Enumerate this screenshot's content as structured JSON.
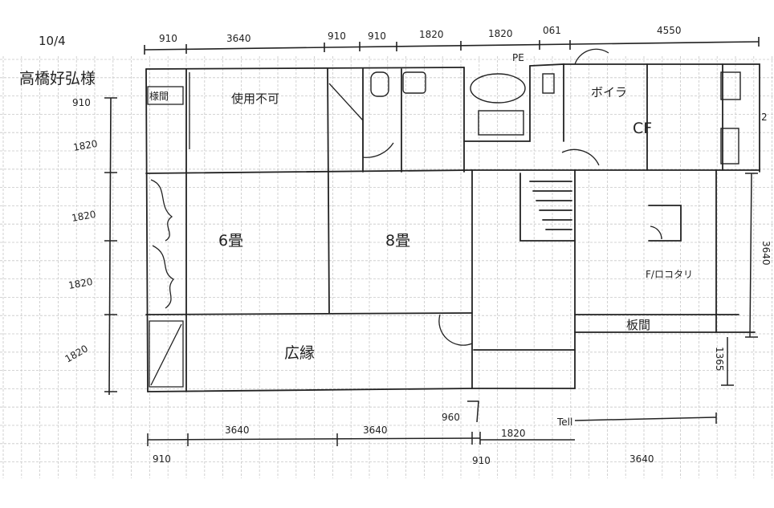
{
  "header": {
    "date": "10/4",
    "client": "高橋好弘様"
  },
  "dims": {
    "top": [
      "910",
      "3640",
      "910",
      "910",
      "1820",
      "1820",
      "061",
      "4550"
    ],
    "left": [
      "910",
      "1820",
      "1820",
      "1820",
      "1820"
    ],
    "bottom_upper": [
      "3640",
      "3640",
      "1820"
    ],
    "bottom_lower": [
      "910",
      "910",
      "3640"
    ],
    "right": [
      "3640",
      "1365",
      "2"
    ],
    "small": [
      "960",
      "Tell"
    ]
  },
  "rooms": {
    "butsuma": "様間",
    "unusable": "使用不可",
    "six_jo": "6畳",
    "eight_jo": "8畳",
    "hiroen": "広縁",
    "boiler": "ボイラ",
    "cf": "CF",
    "flooring": "F/ロコタリ",
    "ita": "板間",
    "stairs_ph": "PE"
  },
  "colors": {
    "grid": "#c7c7c7",
    "ink": "#222222",
    "paper": "#ffffff"
  }
}
